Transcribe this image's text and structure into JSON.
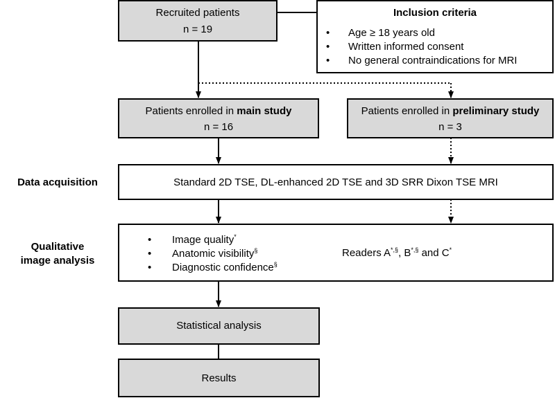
{
  "recruited": {
    "line1": "Recruited patients",
    "line2": "n = 19"
  },
  "inclusion": {
    "title": "Inclusion criteria",
    "items": [
      "Age ≥ 18 years old",
      "Written informed consent",
      "No general contraindications for MRI"
    ]
  },
  "main_study": {
    "prefix": "Patients enrolled in ",
    "bold": "main study",
    "n": "n = 16"
  },
  "preliminary_study": {
    "prefix": "Patients enrolled in ",
    "bold": "preliminary study",
    "n": "n = 3"
  },
  "data_acquisition": {
    "label": "Data acquisition",
    "text": "Standard 2D TSE, DL-enhanced 2D TSE and 3D SRR Dixon TSE MRI"
  },
  "qualitative": {
    "label_line1": "Qualitative",
    "label_line2": "image analysis",
    "items": [
      {
        "text": "Image quality",
        "sup": "*"
      },
      {
        "text": "Anatomic visibility",
        "sup": "§"
      },
      {
        "text": "Diagnostic confidence",
        "sup": "§"
      }
    ],
    "readers": {
      "prefix": "Readers A",
      "sup_a": "*,§",
      "mid1": ", B",
      "sup_b": "*,§",
      "mid2": " and C",
      "sup_c": "*"
    }
  },
  "statistical": {
    "label": "Statistical analysis"
  },
  "results": {
    "label": "Results"
  },
  "bullet_glyph": "•"
}
